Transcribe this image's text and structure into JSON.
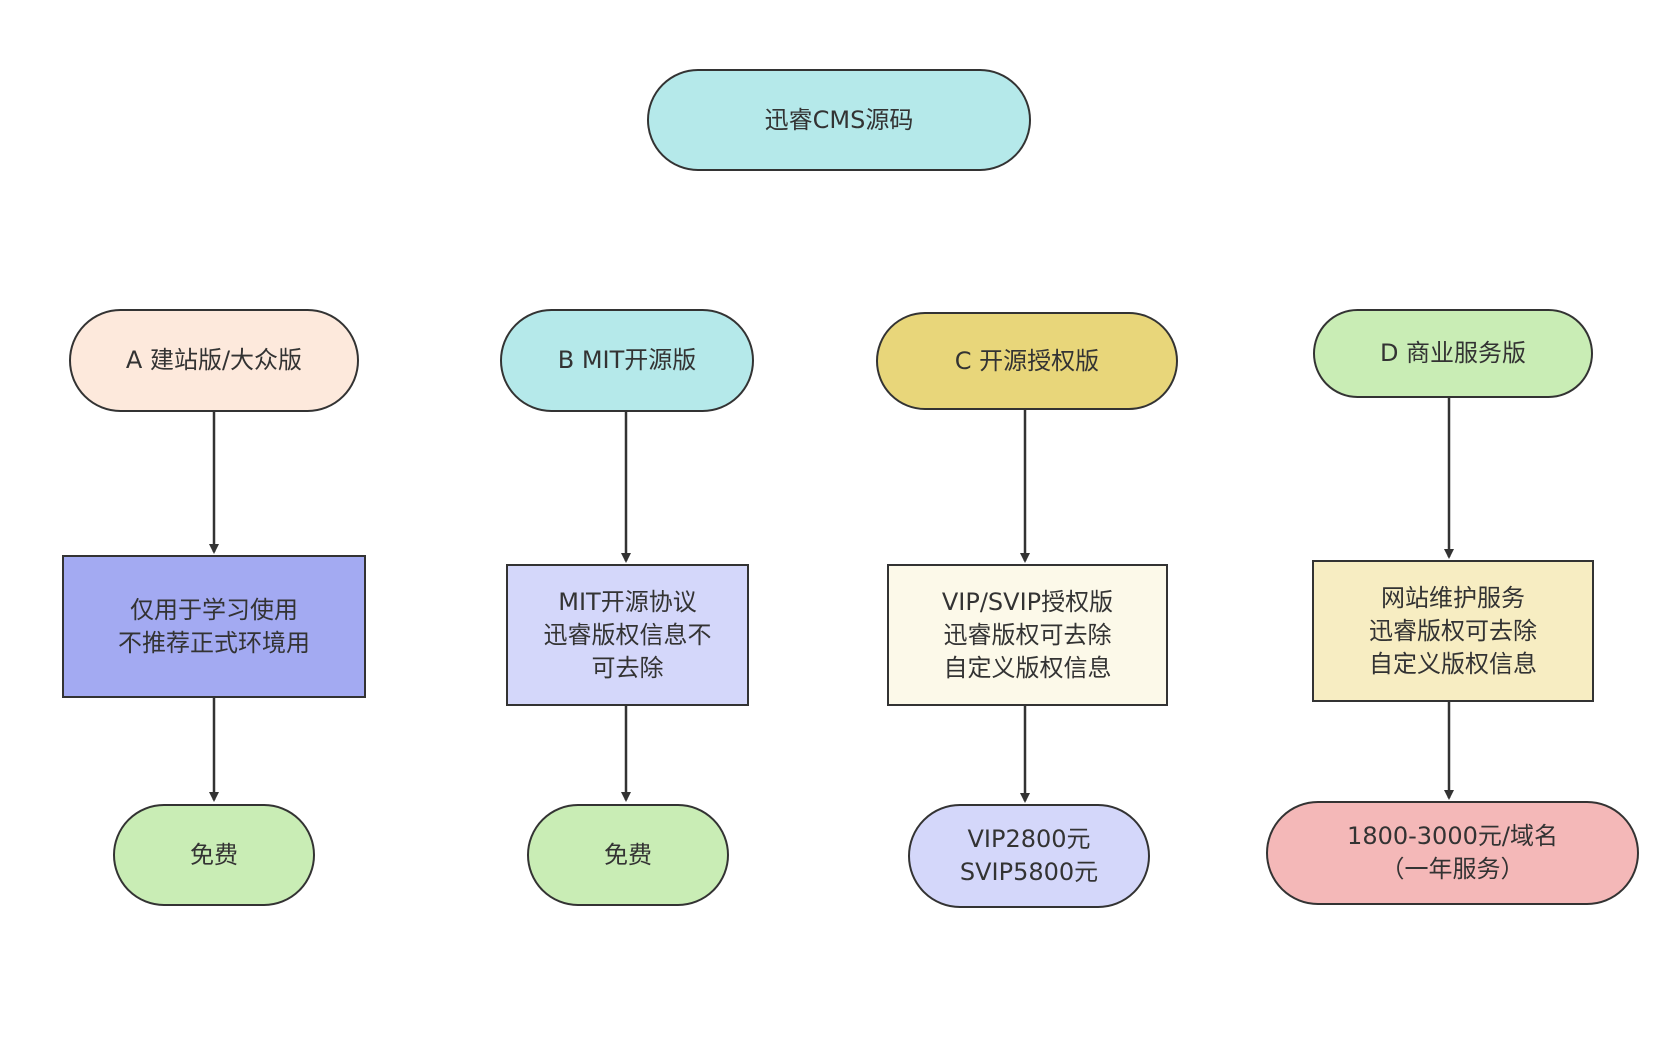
{
  "root": {
    "label": "迅睿CMS源码",
    "fill": "#b5e9ea"
  },
  "columns": [
    {
      "title": "A 建站版/大众版",
      "title_fill": "#fde9dc",
      "description": "仅用于学习使用\n不推荐正式环境用",
      "description_fill": "#a3aaf2",
      "price": "免费",
      "price_fill": "#c9edb5"
    },
    {
      "title": "B MIT开源版",
      "title_fill": "#b5e9ea",
      "description": "MIT开源协议\n迅睿版权信息不\n可去除",
      "description_fill": "#d4d7fa",
      "price": "免费",
      "price_fill": "#c9edb5"
    },
    {
      "title": "C 开源授权版",
      "title_fill": "#e8d67a",
      "description": "VIP/SVIP授权版\n迅睿版权可去除\n自定义版权信息",
      "description_fill": "#fcf9e9",
      "price": "VIP2800元\nSVIP5800元",
      "price_fill": "#d4d7fa"
    },
    {
      "title": "D 商业服务版",
      "title_fill": "#c9edb5",
      "description": "网站维护服务\n迅睿版权可去除\n自定义版权信息",
      "description_fill": "#f7edc2",
      "price": "1800-3000元/域名\n（一年服务）",
      "price_fill": "#f4b8b8"
    }
  ],
  "colors": {
    "stroke": "#333333",
    "text": "#333333",
    "background": "#ffffff"
  }
}
